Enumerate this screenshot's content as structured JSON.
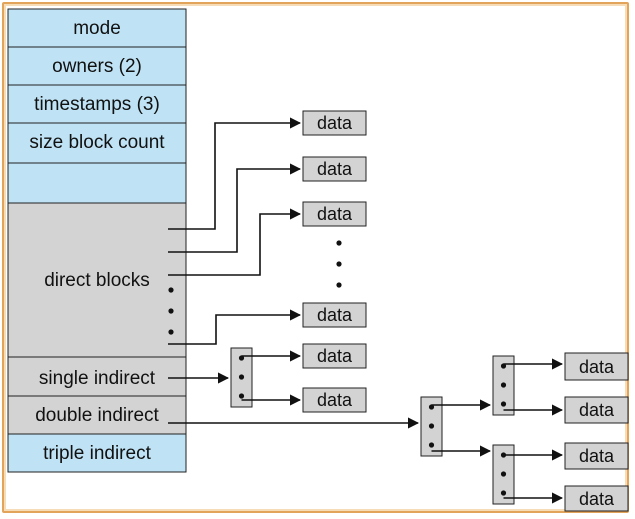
{
  "inode": {
    "fields": [
      "mode",
      "owners (2)",
      "timestamps (3)",
      "size block count",
      "",
      "direct blocks",
      "single indirect",
      "double indirect",
      "triple indirect"
    ]
  },
  "data_block_label": "data",
  "colors": {
    "header_field": "#bfe3f5",
    "pointer_field": "#d3d3d3",
    "frame": "#e2a35a",
    "stroke": "#222222"
  }
}
